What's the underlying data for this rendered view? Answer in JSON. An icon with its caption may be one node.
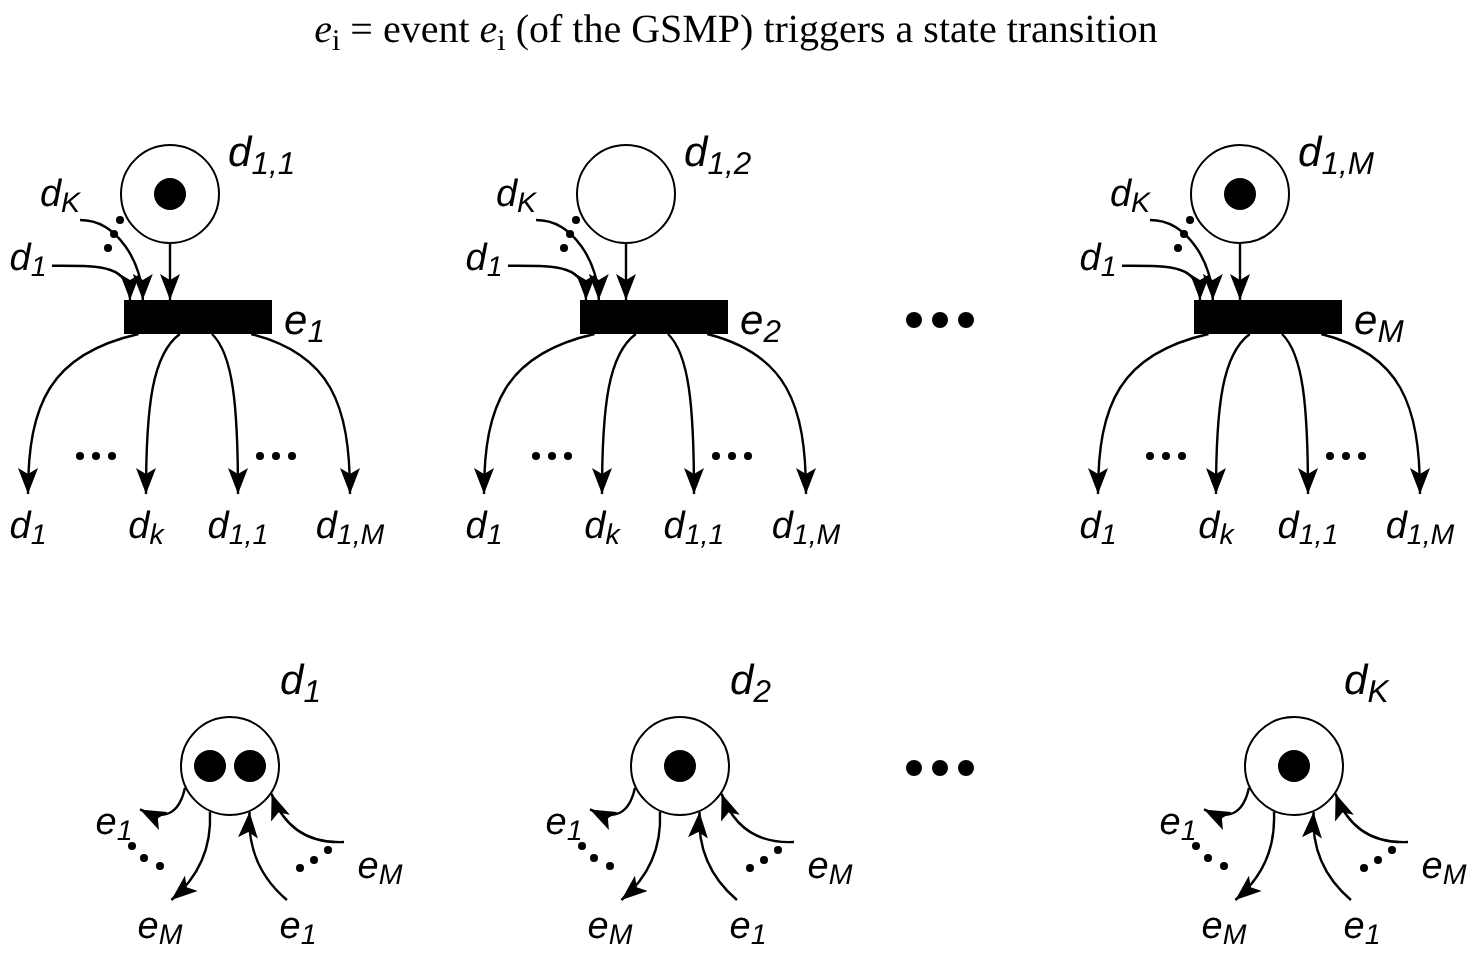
{
  "diagram": {
    "title": "*e*$_{i}$ = event *e*$_{i}$ (of the GSMP) triggers a state transition",
    "nodes": [
      {
        "text": [],
        "shape": "circle",
        "beside": [
          "d$_{1,1}$"
        ]
      },
      {
        "text": [
          "d$_{K}$"
        ]
      },
      {
        "text": [
          "d$_{1}$"
        ]
      },
      {
        "text": [],
        "shape": "bar",
        "beside": [
          "e$_{1}$"
        ]
      },
      {
        "text": [
          "d$_{1}$"
        ]
      },
      {
        "text": [
          "d$_{k}$"
        ]
      },
      {
        "text": [
          "d$_{1,1}$"
        ]
      },
      {
        "text": [
          "d$_{1,M}$"
        ]
      },
      {
        "text": [],
        "shape": "circle",
        "beside": [
          "d$_{1,2}$"
        ]
      },
      {
        "text": [
          "d$_{K}$"
        ]
      },
      {
        "text": [
          "d$_{1}$"
        ]
      },
      {
        "text": [],
        "shape": "bar",
        "beside": [
          "e$_{2}$"
        ]
      },
      {
        "text": [
          "d$_{1}$"
        ]
      },
      {
        "text": [
          "d$_{k}$"
        ]
      },
      {
        "text": [
          "d$_{1,1}$"
        ]
      },
      {
        "text": [
          "d$_{1,M}$"
        ]
      },
      {
        "text": [],
        "shape": "circle",
        "beside": [
          "d$_{1,M}$"
        ]
      },
      {
        "text": [
          "d$_{K}$"
        ]
      },
      {
        "text": [
          "d$_{1}$"
        ]
      },
      {
        "text": [],
        "shape": "bar",
        "beside": [
          "e$_{M}$"
        ]
      },
      {
        "text": [
          "d$_{1}$"
        ]
      },
      {
        "text": [
          "d$_{k}$"
        ]
      },
      {
        "text": [
          "d$_{1,1}$"
        ]
      },
      {
        "text": [
          "d$_{1,M}$"
        ]
      },
      {
        "text": [],
        "shape": "circle",
        "beside": [
          "d$_{1}$"
        ]
      },
      {
        "text": [
          "e$_{1}$"
        ]
      },
      {
        "text": [
          "e$_{M}$"
        ]
      },
      {
        "text": [
          "e$_{M}$"
        ]
      },
      {
        "text": [
          "e$_{1}$"
        ]
      },
      {
        "text": [],
        "shape": "circle",
        "beside": [
          "d$_{2}$"
        ]
      },
      {
        "text": [
          "e$_{1}$"
        ]
      },
      {
        "text": [
          "e$_{M}$"
        ]
      },
      {
        "text": [
          "e$_{M}$"
        ]
      },
      {
        "text": [
          "e$_{1}$"
        ]
      },
      {
        "text": [],
        "shape": "circle",
        "beside": [
          "d$_{K}$"
        ]
      },
      {
        "text": [
          "e$_{1}$"
        ]
      },
      {
        "text": [
          "e$_{M}$"
        ]
      },
      {
        "text": [
          "e$_{M}$"
        ]
      },
      {
        "text": [
          "e$_{1}$"
        ]
      }
    ],
    "edges": [
      {
        "from": 0,
        "to": 3,
        "arrow": "to"
      },
      {
        "from": 1,
        "to": 3,
        "arrow": "to"
      },
      {
        "from": 2,
        "to": 3,
        "arrow": "to"
      },
      {
        "from": 3,
        "to": 4,
        "arrow": "to"
      },
      {
        "from": 3,
        "to": 5,
        "arrow": "to"
      },
      {
        "from": 3,
        "to": 6,
        "arrow": "to"
      },
      {
        "from": 3,
        "to": 7,
        "arrow": "to"
      },
      {
        "from": 8,
        "to": 11,
        "arrow": "to"
      },
      {
        "from": 9,
        "to": 11,
        "arrow": "to"
      },
      {
        "from": 10,
        "to": 11,
        "arrow": "to"
      },
      {
        "from": 11,
        "to": 12,
        "arrow": "to"
      },
      {
        "from": 11,
        "to": 13,
        "arrow": "to"
      },
      {
        "from": 11,
        "to": 14,
        "arrow": "to"
      },
      {
        "from": 11,
        "to": 15,
        "arrow": "to"
      },
      {
        "from": 16,
        "to": 19,
        "arrow": "to"
      },
      {
        "from": 17,
        "to": 19,
        "arrow": "to"
      },
      {
        "from": 18,
        "to": 19,
        "arrow": "to"
      },
      {
        "from": 19,
        "to": 20,
        "arrow": "to"
      },
      {
        "from": 19,
        "to": 21,
        "arrow": "to"
      },
      {
        "from": 19,
        "to": 22,
        "arrow": "to"
      },
      {
        "from": 19,
        "to": 23,
        "arrow": "to"
      },
      {
        "from": 24,
        "to": 25,
        "arrow": "to"
      },
      {
        "from": 24,
        "to": 26,
        "arrow": "to"
      },
      {
        "from": 27,
        "to": 24,
        "arrow": "to"
      },
      {
        "from": 28,
        "to": 24,
        "arrow": "to"
      },
      {
        "from": 29,
        "to": 30,
        "arrow": "to"
      },
      {
        "from": 29,
        "to": 31,
        "arrow": "to"
      },
      {
        "from": 32,
        "to": 29,
        "arrow": "to"
      },
      {
        "from": 33,
        "to": 29,
        "arrow": "to"
      },
      {
        "from": 34,
        "to": 35,
        "arrow": "to"
      },
      {
        "from": 34,
        "to": 36,
        "arrow": "to"
      },
      {
        "from": 37,
        "to": 34,
        "arrow": "to"
      },
      {
        "from": 38,
        "to": 34,
        "arrow": "to"
      }
    ]
  }
}
